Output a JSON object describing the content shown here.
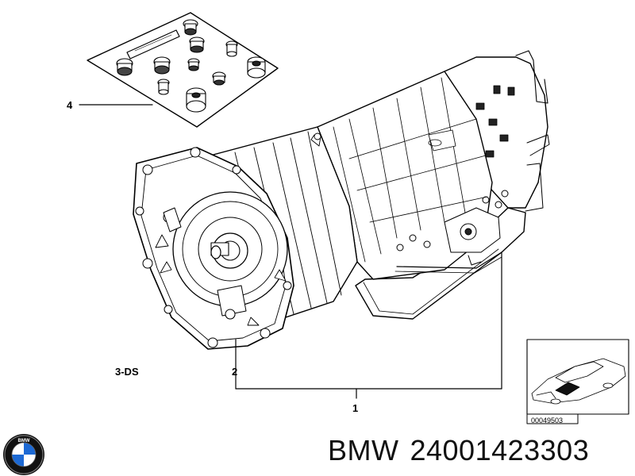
{
  "callouts": {
    "kit": "4",
    "model": "3-DS",
    "sub": "2",
    "main": "1"
  },
  "inset": {
    "code": "00049503"
  },
  "brand": {
    "name": "BMW",
    "part_number": "24001423303",
    "logo_text": "BMW"
  },
  "icons": {
    "logo": "bmw-roundel-logo",
    "locator": "car-locator-icon"
  },
  "colors": {
    "line": "#000000",
    "background": "#ffffff",
    "logo_blue": "#1c69d4",
    "logo_ring": "#111111"
  }
}
